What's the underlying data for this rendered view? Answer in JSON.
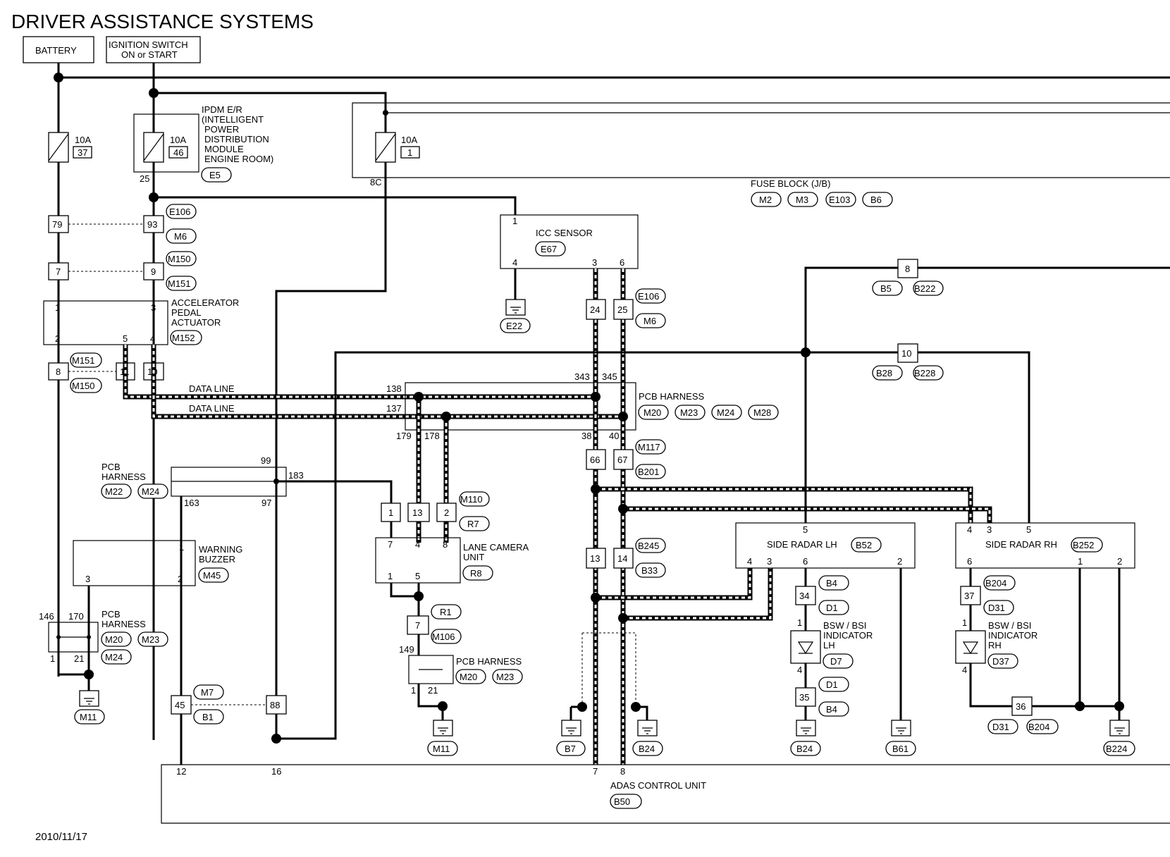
{
  "title": "DRIVER ASSISTANCE SYSTEMS",
  "date": "2010/11/17",
  "sources": {
    "battery": "BATTERY",
    "ignition_l1": "IGNITION SWITCH",
    "ignition_l2": "ON or START"
  },
  "fuses": {
    "f1_amp": "10A",
    "f1_num": "37",
    "f2_amp": "10A",
    "f2_num": "46",
    "f3_amp": "10A",
    "f3_num": "1"
  },
  "ipdm": {
    "l1": "IPDM E/R",
    "l2": "(INTELLIGENT",
    "l3": "POWER",
    "l4": "DISTRIBUTION",
    "l5": "MODULE",
    "l6": "ENGINE ROOM)",
    "conn": "E5",
    "pin": "25"
  },
  "fuse_block": {
    "label": "FUSE BLOCK (J/B)",
    "pin": "8C",
    "c1": "M2",
    "c2": "M3",
    "c3": "E103",
    "c4": "B6"
  },
  "icc": {
    "label": "ICC SENSOR",
    "conn": "E67",
    "p1": "1",
    "p4": "4",
    "p3": "3",
    "p6": "6",
    "gnd": "E22"
  },
  "accel": {
    "l1": "ACCELERATOR",
    "l2": "PEDAL",
    "l3": "ACTUATOR",
    "conn": "M152",
    "p1": "1",
    "p3": "3",
    "p2": "2",
    "p5": "5",
    "p4": "4"
  },
  "terms": {
    "t79": "79",
    "t93": "93",
    "t7a": "7",
    "t9": "9",
    "t8a": "8",
    "t11": "11",
    "t10a": "10",
    "t24": "24",
    "t25": "25",
    "t66": "66",
    "t67": "67",
    "t13a": "13",
    "t14": "14",
    "t1": "1",
    "t13b": "13",
    "t2": "2",
    "t7b": "7",
    "t45": "45",
    "t88": "88",
    "t8b": "8",
    "t10b": "10",
    "t34": "34",
    "t35": "35",
    "t37": "37",
    "t36": "36"
  },
  "conn_labels": {
    "e106a": "E106",
    "m6a": "M6",
    "m150a": "M150",
    "m151a": "M151",
    "m151b": "M151",
    "m150b": "M150",
    "e106b": "E106",
    "m6b": "M6",
    "m117": "M117",
    "b201": "B201",
    "b245": "B245",
    "b33": "B33",
    "m110": "M110",
    "r7": "R7",
    "r1": "R1",
    "m106": "M106",
    "m7": "M7",
    "b1": "B1",
    "b5": "B5",
    "b222": "B222",
    "b28": "B28",
    "b228": "B228",
    "b4a": "B4",
    "d1a": "D1",
    "d1b": "D1",
    "b4b": "B4",
    "b204a": "B204",
    "d31a": "D31",
    "d31b": "D31",
    "b204b": "B204"
  },
  "data_line": {
    "l1": "DATA LINE",
    "l2": "DATA LINE"
  },
  "pcb_main": {
    "label": "PCB HARNESS",
    "c1": "M20",
    "c2": "M23",
    "c3": "M24",
    "c4": "M28",
    "p138": "138",
    "p137": "137",
    "p343": "343",
    "p345": "345",
    "p179": "179",
    "p178": "178",
    "p38": "38",
    "p40": "40"
  },
  "pcb_left": {
    "l1": "PCB",
    "l2": "HARNESS",
    "c1": "M22",
    "c2": "M24",
    "p99": "99",
    "p183": "183",
    "p163": "163",
    "p97": "97"
  },
  "pcb_low": {
    "l1": "PCB",
    "l2": "HARNESS",
    "c1": "M20",
    "c2": "M23",
    "c3": "M24",
    "p146": "146",
    "p170": "170",
    "p1": "1",
    "p21": "21"
  },
  "pcb_cam": {
    "label": "PCB HARNESS",
    "c1": "M20",
    "c2": "M23",
    "p149": "149",
    "p1": "1",
    "p21": "21"
  },
  "buzzer": {
    "l1": "WARNING",
    "l2": "BUZZER",
    "conn": "M45",
    "p1": "1",
    "p3": "3",
    "p2": "2"
  },
  "camera": {
    "l1": "LANE CAMERA",
    "l2": "UNIT",
    "conn": "R8",
    "p7": "7",
    "p4": "4",
    "p8": "8",
    "p1": "1",
    "p5": "5"
  },
  "radar_lh": {
    "label": "SIDE RADAR LH",
    "conn": "B52",
    "p5": "5",
    "p4": "4",
    "p3": "3",
    "p6": "6",
    "p2": "2"
  },
  "radar_rh": {
    "label": "SIDE RADAR RH",
    "conn": "B252",
    "p4": "4",
    "p3": "3",
    "p5": "5",
    "p6": "6",
    "p1": "1",
    "p2": "2"
  },
  "ind_lh": {
    "l1": "BSW / BSI",
    "l2": "INDICATOR",
    "l3": "LH",
    "conn": "D7",
    "p1": "1",
    "p4": "4"
  },
  "ind_rh": {
    "l1": "BSW / BSI",
    "l2": "INDICATOR",
    "l3": "RH",
    "conn": "D37",
    "p1": "1",
    "p4": "4"
  },
  "grounds": {
    "g_m11a": "M11",
    "g_m11b": "M11",
    "g_b7": "B7",
    "g_b24a": "B24",
    "g_b24b": "B24",
    "g_b61": "B61",
    "g_b224": "B224"
  },
  "adas": {
    "label": "ADAS CONTROL UNIT",
    "conn": "B50",
    "p12": "12",
    "p16": "16",
    "p7": "7",
    "p8": "8"
  }
}
